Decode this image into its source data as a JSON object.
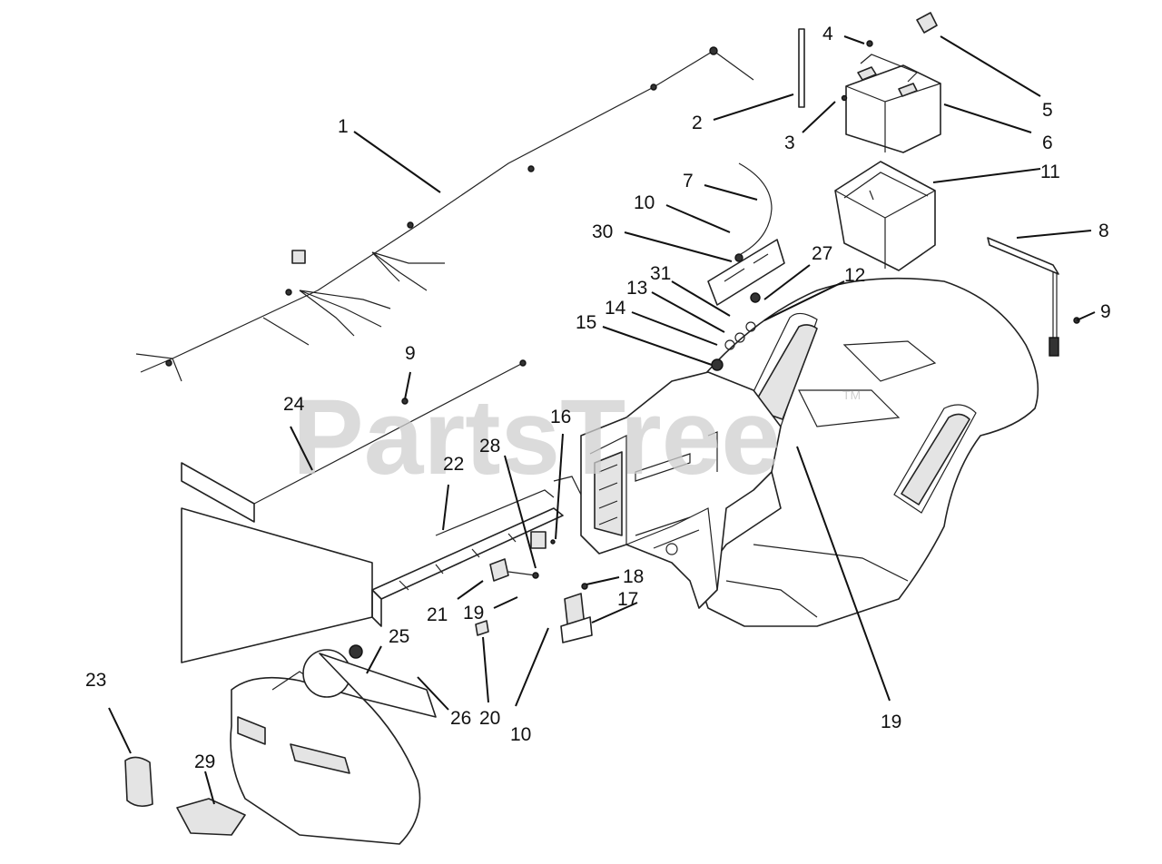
{
  "watermark": {
    "text": "PartsTree",
    "tm": "TM"
  },
  "callouts": {
    "c1": "1",
    "c2": "2",
    "c3": "3",
    "c4": "4",
    "c5": "5",
    "c6": "6",
    "c7": "7",
    "c8": "8",
    "c9a": "9",
    "c9b": "9",
    "c10a": "10",
    "c10b": "10",
    "c11": "11",
    "c12": "12",
    "c13": "13",
    "c14": "14",
    "c15": "15",
    "c16": "16",
    "c17": "17",
    "c18": "18",
    "c19a": "19",
    "c19b": "19",
    "c20": "20",
    "c21": "21",
    "c22": "22",
    "c23": "23",
    "c24": "24",
    "c25": "25",
    "c26": "26",
    "c27": "27",
    "c28": "28",
    "c29": "29",
    "c30": "30",
    "c31": "31"
  }
}
